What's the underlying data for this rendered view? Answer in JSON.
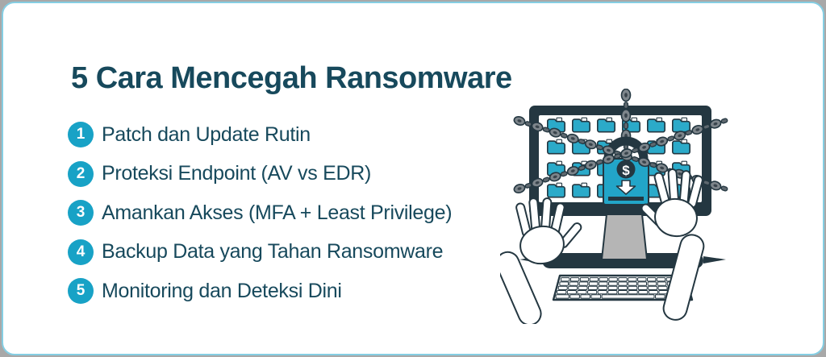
{
  "title": {
    "text": "5 Cara Mencegah Ransomware"
  },
  "list": {
    "items": [
      {
        "number": "1",
        "label": "Patch dan Update Rutin"
      },
      {
        "number": "2",
        "label": "Proteksi Endpoint (AV vs EDR)"
      },
      {
        "number": "3",
        "label": "Amankan Akses (MFA + Least Privilege)"
      },
      {
        "number": "4",
        "label": "Backup Data yang Tahan Ransomware"
      },
      {
        "number": "5",
        "label": "Monitoring dan Deteksi Dini"
      }
    ]
  },
  "illustration": {
    "name": "ransomware-locked-monitor",
    "dollar_sign": "$"
  },
  "colors": {
    "accent": "#18A2C6",
    "heading_text": "#17495C",
    "card_border": "#85CEE3",
    "illustration_dark": "#243741",
    "illustration_teal": "#22A5C8",
    "folder_teal": "#2BAAC9",
    "chain_gray": "#7D858B",
    "stand_gray": "#B5B5B5"
  }
}
